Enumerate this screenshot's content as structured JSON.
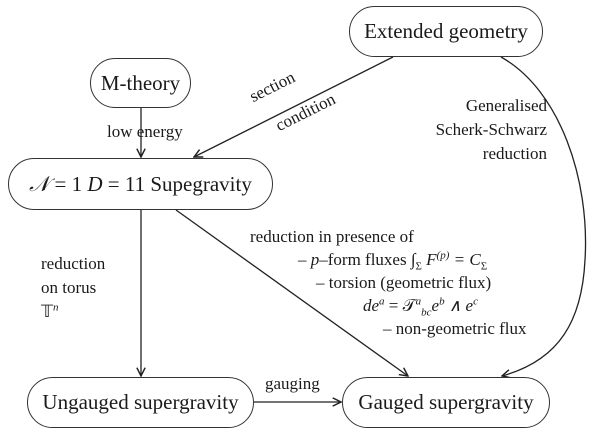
{
  "nodes": {
    "m_theory": "M-theory",
    "extended_geometry": "Extended geometry",
    "sugra11": {
      "calN": "𝒩",
      "eq1": " = 1 ",
      "D": "D",
      "eq2": " = 11 Supegravity"
    },
    "ungauged": "Ungauged supergravity",
    "gauged": "Gauged supergravity"
  },
  "edges": {
    "low_energy": "low energy",
    "section": "section",
    "condition": "condition",
    "scherk_schwarz": [
      "Generalised",
      "Scherk-Schwarz",
      "reduction"
    ],
    "torus": {
      "line1": "reduction",
      "line2": "on torus",
      "T": "𝕋",
      "n": "n"
    },
    "gauging": "gauging",
    "flux_reduction": {
      "line1": "reduction in presence of",
      "line2_prefix": "– ",
      "line2_p": "p",
      "line2_text": "–form fluxes ∫",
      "line2_sub": "Σ",
      "line2_F": " F",
      "line2_sup": "(p)",
      "line2_eq": " = C",
      "line2_Csub": "Σ",
      "line3": "– torsion (geometric flux)",
      "line4_de": "de",
      "line4_a": "a",
      "line4_eq": " = 𝒯",
      "line4_Tsup": "a",
      "line4_Tsub": "bc",
      "line4_e": "e",
      "line4_b": "b",
      "line4_wedge": " ∧ e",
      "line4_c": "c",
      "line5": "– non-geometric flux"
    }
  }
}
